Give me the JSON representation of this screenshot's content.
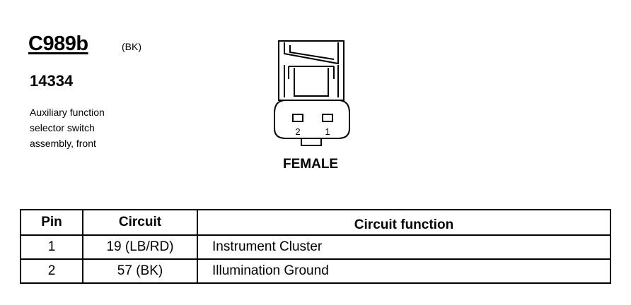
{
  "connector": {
    "id": "C989b",
    "color_code": "(BK)",
    "part_number": "14334",
    "description_lines": [
      "Auxiliary function",
      "selector switch",
      "assembly, front"
    ],
    "gender": "FEMALE"
  },
  "diagram": {
    "pin_labels": [
      "2",
      "1"
    ]
  },
  "table": {
    "headers": [
      "Pin",
      "Circuit",
      "Circuit function"
    ],
    "rows": [
      {
        "pin": "1",
        "circuit": "19 (LB/RD)",
        "function": "Instrument Cluster"
      },
      {
        "pin": "2",
        "circuit": "57 (BK)",
        "function": "Illumination Ground"
      }
    ]
  }
}
